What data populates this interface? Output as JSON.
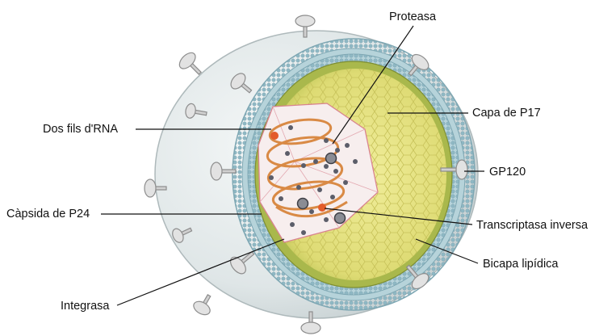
{
  "labels": {
    "proteasa": "Proteasa",
    "dos_fils_rna": "Dos fils d'RNA",
    "capa_p17": "Capa de P17",
    "gp120": "GP120",
    "capsida_p24": "Càpsida de P24",
    "transcriptasa": "Transcriptasa inversa",
    "bicapa": "Bicapa lipídica",
    "integrasa": "Integrasa"
  },
  "colors": {
    "envelope": "#e9eeee",
    "envelope_shade": "#c7d2d3",
    "lipid_heads": "#8fb8c4",
    "lipid_band": "#b6d3da",
    "matrix_outer": "#a7b84a",
    "matrix_inner": "#e3e07c",
    "capsid_fill": "#f6ecec",
    "capsid_edge": "#d9848f",
    "rna": "#d98a45",
    "enzyme_dots": "#5b5d69",
    "orange_dots": "#e35b2a",
    "spike": "#e2e2e2"
  }
}
